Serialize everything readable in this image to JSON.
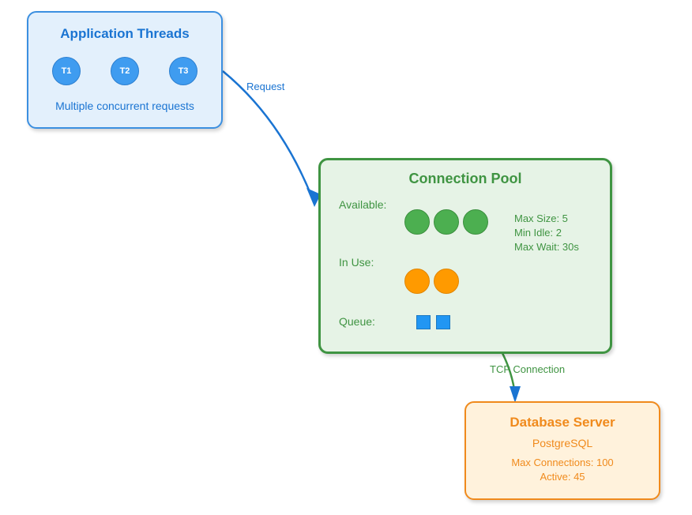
{
  "threads": {
    "title": "Application Threads",
    "items": [
      "T1",
      "T2",
      "T3"
    ],
    "caption": "Multiple concurrent requests"
  },
  "pool": {
    "title": "Connection Pool",
    "available_label": "Available:",
    "available_count": 3,
    "in_use_label": "In Use:",
    "in_use_count": 2,
    "queue_label": "Queue:",
    "queue_count": 2,
    "max_size": "Max Size: 5",
    "min_idle": "Min Idle: 2",
    "max_wait": "Max Wait: 30s"
  },
  "database": {
    "title": "Database Server",
    "engine": "PostgreSQL",
    "max_connections": "Max Connections: 100",
    "active": "Active: 45"
  },
  "edges": {
    "request": "Request",
    "tcp": "TCP Connection"
  },
  "colors": {
    "threads": "#1a74d2",
    "pool": "#3f9442",
    "database": "#f08a1c",
    "available": "#4caf50",
    "in_use": "#ff9a00",
    "queue": "#2196f3"
  }
}
